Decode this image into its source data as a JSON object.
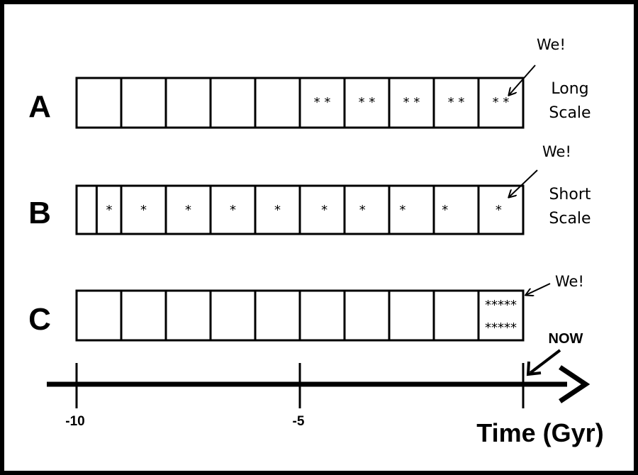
{
  "rows": [
    {
      "letter": "A",
      "label_lines": [
        "Long",
        "Scale"
      ],
      "we": "We!",
      "dividers": [
        -9,
        -8,
        -7,
        -6,
        -5,
        -4,
        -3,
        -2,
        -1
      ],
      "stars": [
        {
          "t": -4.5,
          "text": "* *"
        },
        {
          "t": -3.5,
          "text": "* *"
        },
        {
          "t": -2.5,
          "text": "* *"
        },
        {
          "t": -1.5,
          "text": "* *"
        },
        {
          "t": -0.5,
          "text": "* *"
        }
      ]
    },
    {
      "letter": "B",
      "label_lines": [
        "Short",
        "Scale"
      ],
      "we": "We!",
      "dividers": [
        -9.55,
        -9,
        -8,
        -7,
        -6,
        -5,
        -4,
        -3,
        -2,
        -1
      ],
      "stars": [
        {
          "t": -9.27,
          "text": "*"
        },
        {
          "t": -8.5,
          "text": "*"
        },
        {
          "t": -7.5,
          "text": "*"
        },
        {
          "t": -6.5,
          "text": "*"
        },
        {
          "t": -5.5,
          "text": "*"
        },
        {
          "t": -4.45,
          "text": "*"
        },
        {
          "t": -3.6,
          "text": "*"
        },
        {
          "t": -2.7,
          "text": "*"
        },
        {
          "t": -1.75,
          "text": "*"
        },
        {
          "t": -0.55,
          "text": "*"
        }
      ]
    },
    {
      "letter": "C",
      "label_lines": [],
      "we": "We!",
      "dividers": [
        -9,
        -8,
        -7,
        -6,
        -5,
        -4,
        -3,
        -2,
        -1
      ],
      "stars": [
        {
          "t": -0.5,
          "text": "*****",
          "line": 0
        },
        {
          "t": -0.5,
          "text": "*****",
          "line": 1
        }
      ]
    }
  ],
  "axis": {
    "min": -10,
    "max": 0,
    "ticks": [
      {
        "value": -10,
        "label": "-10"
      },
      {
        "value": -5,
        "label": "-5"
      },
      {
        "value": 0,
        "label": ""
      }
    ],
    "now_label": "NOW",
    "title": "Time (Gyr)"
  }
}
